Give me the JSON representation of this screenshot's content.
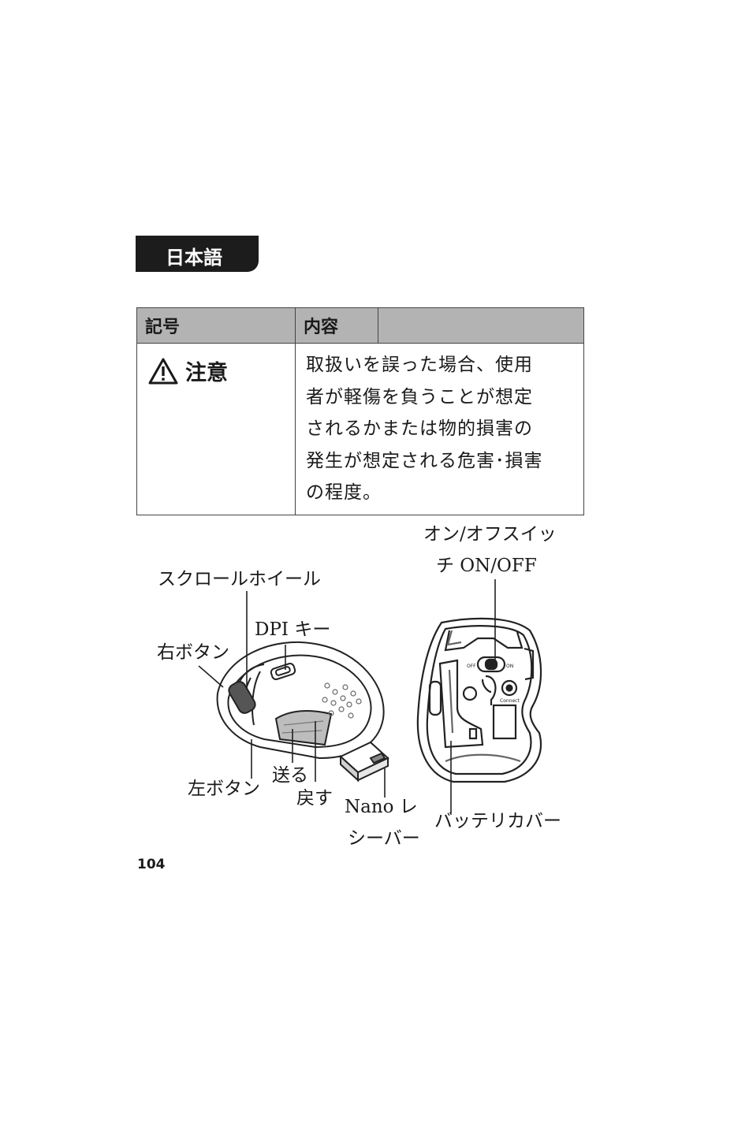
{
  "language_tab": "日本語",
  "table": {
    "headers": [
      "記号",
      "内容",
      ""
    ],
    "rows": [
      {
        "symbol_label": "注意",
        "symbol_icon": "warning-triangle-icon",
        "description_lines": [
          "取扱いを誤った場合、使用",
          "者が軽傷を負うことが想定",
          "されるかまたは物的損害の",
          "発生が想定される危害･損害",
          "の程度。"
        ]
      }
    ]
  },
  "diagram": {
    "labels": {
      "scroll_wheel": "スクロールホイール",
      "dpi_key": "DPI キー",
      "right_button": "右ボタン",
      "left_button": "左ボタン",
      "forward": "送る",
      "back": "戻す",
      "nano_receiver_line1": "Nano レ",
      "nano_receiver_line2": "シーバー",
      "switch_line1": "オン/オフスイッ",
      "switch_line2": "チ ON/OFF",
      "battery_cover": "バッテリカバー"
    },
    "mouse_bottom_text": {
      "off": "OFF",
      "on": "ON",
      "connect": "Connect"
    }
  },
  "page_number": "104"
}
